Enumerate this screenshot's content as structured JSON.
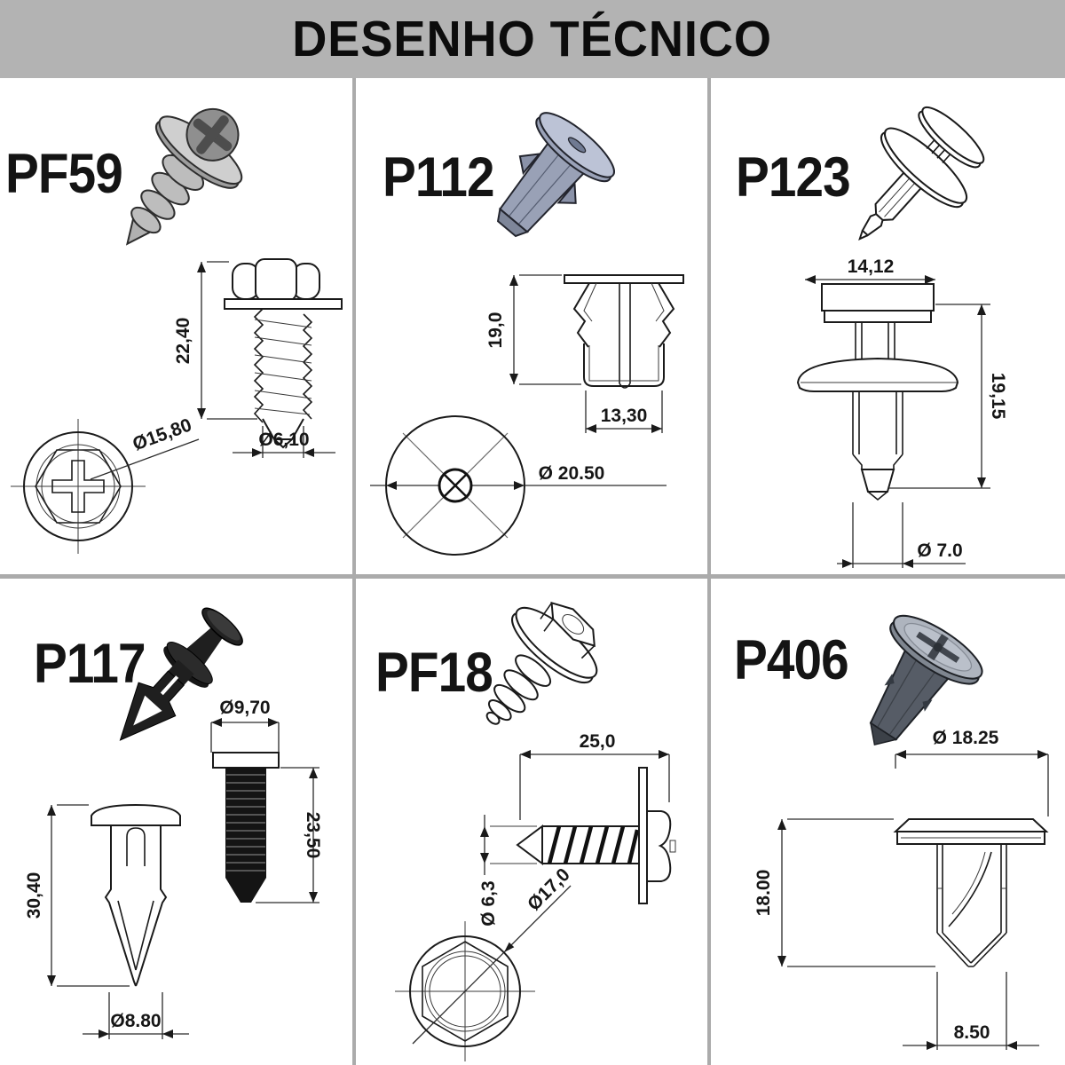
{
  "header": {
    "title": "DESENHO TÉCNICO"
  },
  "panels": [
    {
      "id": "pf59",
      "label": "PF59",
      "dims": {
        "length": "22,40",
        "shaft_diameter": "Ø6,10",
        "head_diameter": "Ø15,80"
      }
    },
    {
      "id": "p112",
      "label": "P112",
      "dims": {
        "height": "19,0",
        "body_width": "13,30",
        "flange_diameter": "Ø 20.50"
      }
    },
    {
      "id": "p123",
      "label": "P123",
      "dims": {
        "head_width": "14,12",
        "height": "19,15",
        "shaft_diameter": "Ø 7.0"
      }
    },
    {
      "id": "p117",
      "label": "P117",
      "dims": {
        "total_length": "30,40",
        "tip_diameter": "Ø8.80",
        "shaft_diameter": "Ø9,70",
        "shaft_length": "23,50"
      }
    },
    {
      "id": "pf18",
      "label": "PF18",
      "dims": {
        "length": "25,0",
        "thread_diameter": "Ø 6,3",
        "washer_diameter": "Ø17,0"
      }
    },
    {
      "id": "p406",
      "label": "P406",
      "dims": {
        "head_diameter": "Ø 18.25",
        "height": "18.00",
        "body_width": "8.50"
      }
    }
  ]
}
